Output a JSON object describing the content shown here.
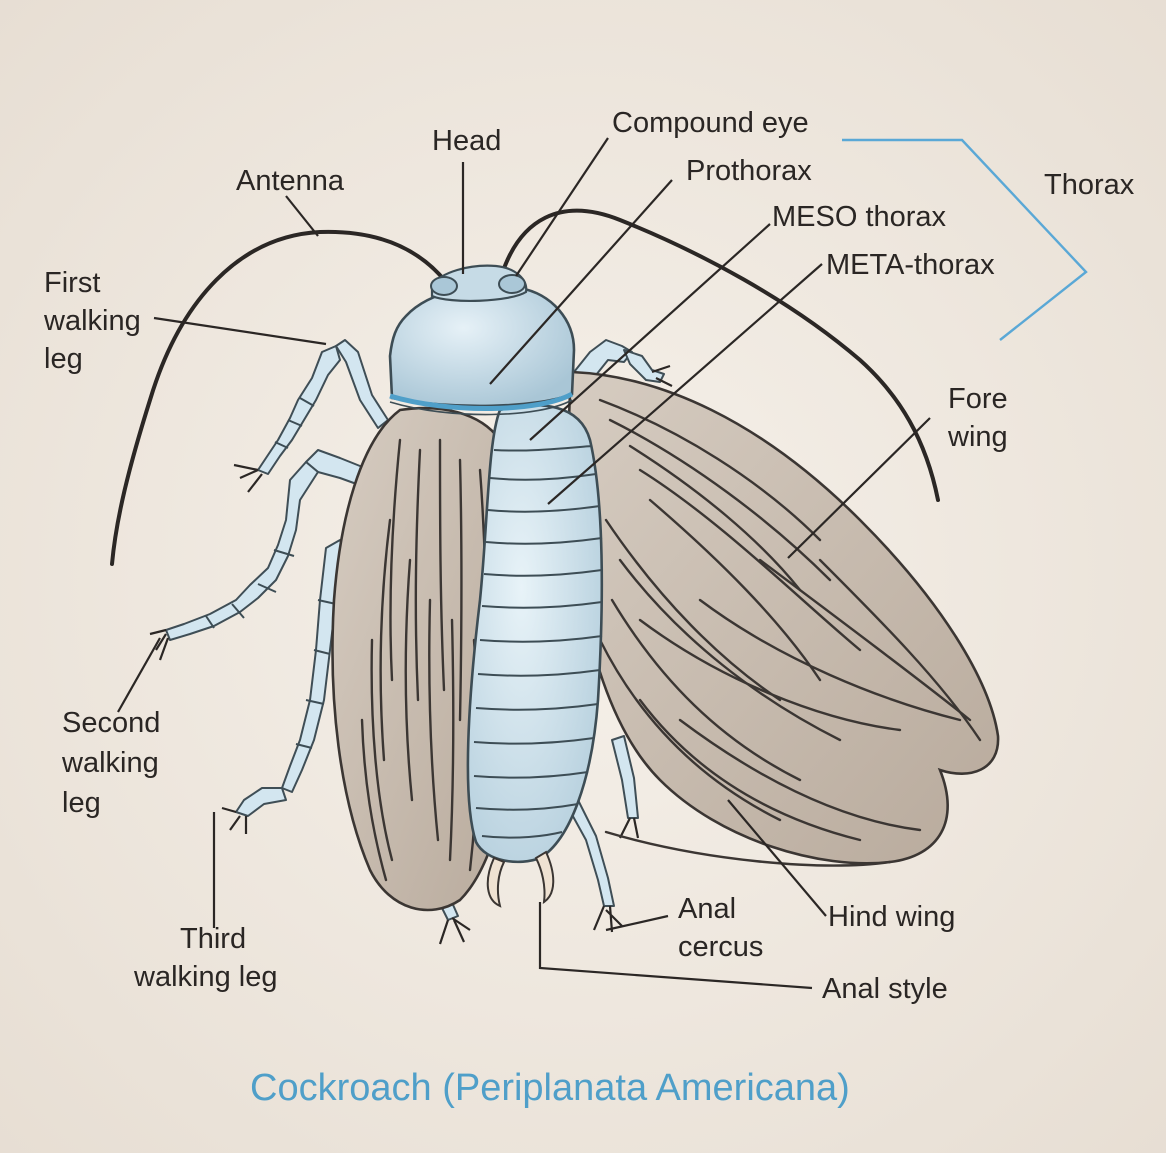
{
  "labels": {
    "head": "Head",
    "compound_eye": "Compound eye",
    "antenna": "Antenna",
    "prothorax": "Prothorax",
    "thorax": "Thorax",
    "meso_thorax": "MESO thorax",
    "meta_thorax": "META-thorax",
    "first_walking_leg": [
      "First",
      "walking",
      "leg"
    ],
    "fore_wing": [
      "Fore",
      "wing"
    ],
    "second_walking_leg": [
      "Second",
      "walking",
      "leg"
    ],
    "third_walking_leg": [
      "Third",
      "walking leg"
    ],
    "anal_cercus": [
      "Anal",
      "cercus"
    ],
    "hind_wing": "Hind wing",
    "anal_style": "Anal style"
  },
  "caption": "Cockroach (Periplanata Americana)",
  "colors": {
    "paper": "#f2ece4",
    "body_blue": "#cfe3ee",
    "wing_brown": "#c9bdb0",
    "caption_blue": "#4f9fc9",
    "bracket_blue": "#5aa8d6",
    "ink": "#2a2624"
  }
}
